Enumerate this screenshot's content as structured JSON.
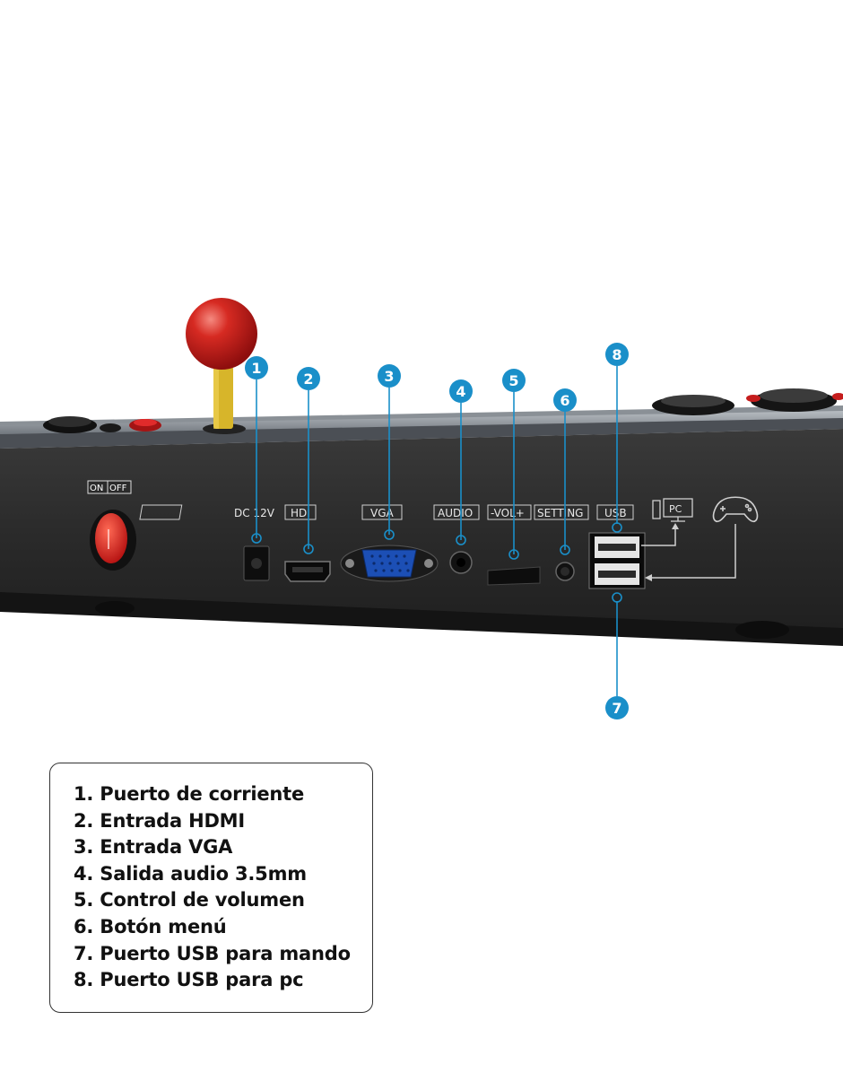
{
  "device": {
    "switch_label_on": "ON",
    "switch_label_off": "OFF",
    "port_labels": [
      "DC 12V",
      "HDI",
      "VGA",
      "AUDIO",
      "-VOL+",
      "SETTING",
      "USB"
    ],
    "pc_icon_label": "PC"
  },
  "callouts": [
    {
      "number": "1"
    },
    {
      "number": "2"
    },
    {
      "number": "3"
    },
    {
      "number": "4"
    },
    {
      "number": "5"
    },
    {
      "number": "6"
    },
    {
      "number": "8"
    },
    {
      "number": "7"
    }
  ],
  "legend": {
    "items": [
      "1. Puerto de corriente",
      "2. Entrada HDMI",
      "3. Entrada VGA",
      "4. Salida audio 3.5mm",
      "5. Control de volumen",
      "6. Botón menú",
      "7. Puerto USB para mando",
      "8. Puerto USB para pc"
    ]
  },
  "colors": {
    "callout": "#1a8fc9",
    "body": "#2b2b2b",
    "ball": "#c81e1e",
    "stick": "#d8b822",
    "switch": "#d81c1c"
  }
}
